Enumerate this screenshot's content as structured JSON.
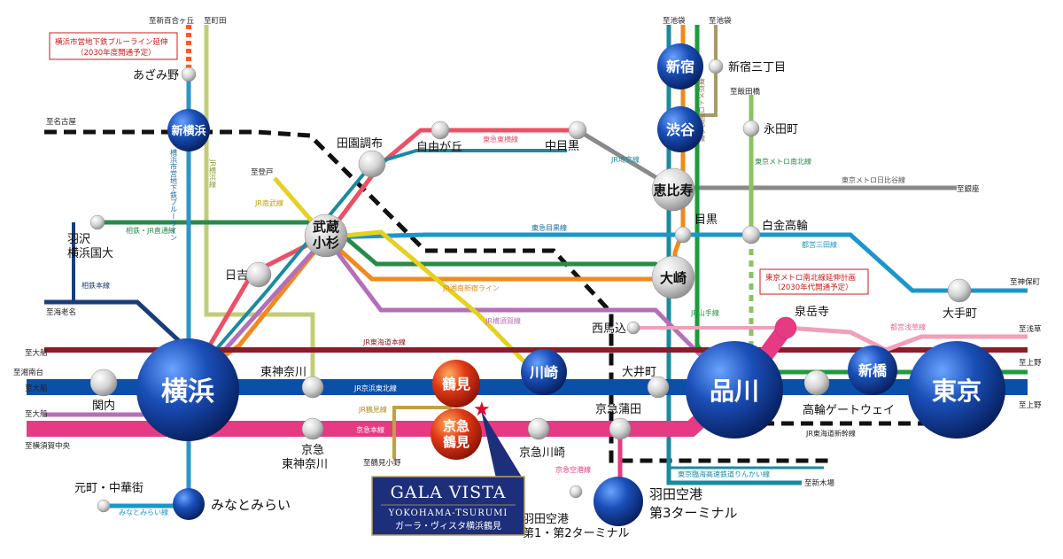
{
  "colors": {
    "jr_keihin": "#0a50a8",
    "keikyu": "#e63a82",
    "jr_tokaido": "#8a1d2a",
    "tokyu_toyoko": "#ec5066",
    "jr_yokosuka": "#0a2a6a",
    "blue_line": "#2a96c8",
    "green_line": "#4aa05a",
    "orange_line": "#f08a1c",
    "purple_line": "#b56fb8",
    "yellow_line": "#e6d020",
    "teal_line": "#1a8aa0",
    "olive_line": "#c3cc78",
    "gray_line": "#8a8a8a",
    "navy_line": "#1a3d7a",
    "sky_line": "#1b96cc",
    "dashed": "#111111",
    "hub": "#0d3f9a",
    "star": "#e4002b"
  },
  "stations": {
    "yokohama": "横浜",
    "shinagawa": "品川",
    "tokyo": "東京",
    "shinyokohama": "新横浜",
    "musashikosugi_1": "武蔵",
    "musashikosugi_2": "小杉",
    "shibuya": "渋谷",
    "shinjuku": "新宿",
    "ebisu": "恵比寿",
    "osaki": "大崎",
    "kawasaki": "川崎",
    "shinbashi": "新橋",
    "minatomirai": "みなとみらい",
    "haneda3_1": "羽田空港",
    "haneda3_2": "第3ターミナル",
    "tsurumi": "鶴見",
    "keikyu_tsurumi_1": "京急",
    "keikyu_tsurumi_2": "鶴見",
    "azamino": "あざみ野",
    "shinjuku_sanchome": "新宿三丁目",
    "nagatacho": "永田町",
    "jiyugaoka": "自由が丘",
    "nakameguro": "中目黒",
    "denenchofu": "田園調布",
    "hazawa_1": "羽沢",
    "hazawa_2": "横浜国大",
    "hiyoshi": "日吉",
    "meguro": "目黒",
    "shirokanetakanawa": "白金高輪",
    "otemachi": "大手町",
    "sengakuji": "泉岳寺",
    "nishiumagome": "西馬込",
    "oimachi": "大井町",
    "higashikanagawa": "東神奈川",
    "kannai": "関内",
    "keikyu_higashikanagawa_1": "京急",
    "keikyu_higashikanagawa_2": "東神奈川",
    "keikyu_kamata": "京急蒲田",
    "keikyu_kawasaki": "京急川崎",
    "takanawa_gateway": "高輪ゲートウェイ",
    "motomachi": "元町・中華街",
    "haneda12_1": "羽田空港",
    "haneda12_2": "第1・第2ターミナル"
  },
  "line_labels": {
    "jr_keihin_tohoku": "JR京浜東北線",
    "keikyu_main": "京急本線",
    "jr_tokaido": "JR東海道本線",
    "tokyu_toyoko": "東急東横線",
    "tokyu_meguro": "東急目黒線",
    "jr_saikyo": "JR埼京線",
    "metro_fukutoshin": "東京メトロ副都心線",
    "metro_namboku": "東京メトロ南北線",
    "metro_hibiya": "東京メトロ日比谷線",
    "toei_mita": "都営三田線",
    "toei_asakusa": "都営浅草線",
    "jr_yamanote": "JR山手線",
    "jr_shonan_shinjuku": "JR湘南新宿ライン",
    "jr_yokosuka": "JR横須賀線",
    "jr_nambu": "JR南武線",
    "jr_tsurumi": "JR鶴見線",
    "jr_yokohama": "JR横浜線",
    "sotetsu": "相鉄本線",
    "sotetsu_jr": "相鉄・JR直通線",
    "blue_line": "横浜市営地下鉄ブルーライン",
    "keikyu_airport": "京急空港線",
    "minatomirai_line": "みなとみらい線",
    "rinkai": "東京臨海高速鉄道りんかい線",
    "jr_tokaido_shinkansen": "JR東海道新幹線"
  },
  "directions": {
    "shinyurigaoka": "至新百合ヶ丘",
    "machida": "至町田",
    "ikebukuro_a": "至池袋",
    "ikebukuro_b": "至池袋",
    "nagoya": "至名古屋",
    "iidabashi": "至飯田橋",
    "noborito": "至登戸",
    "ginza": "至銀座",
    "ebina": "至海老名",
    "ofuna_1": "至大船",
    "shonandai": "至湘南台",
    "ofuna_2": "至大船",
    "ofuna_3": "至大船",
    "yokosuka": "至横須賀中央",
    "jimbocho": "至神保町",
    "asakusa": "至浅草",
    "ueno_1": "至上野",
    "ueno_2": "至上野",
    "tsurumi_ono": "至鶴見小野",
    "shinkiba": "至新木場"
  },
  "notes": {
    "blue_ext_1": "横浜市営地下鉄ブルーライン延伸",
    "blue_ext_2": "（2030年度開通予定）",
    "namboku_ext_1": "東京メトロ南北線延伸計画",
    "namboku_ext_2": "（2030年代開通予定）"
  },
  "property": {
    "name": "GALA VISTA",
    "sub": "YOKOHAMA-TSURUMI",
    "jp": "ガーラ・ヴィスタ横浜鶴見"
  },
  "icons": [
    "property-star-icon"
  ]
}
